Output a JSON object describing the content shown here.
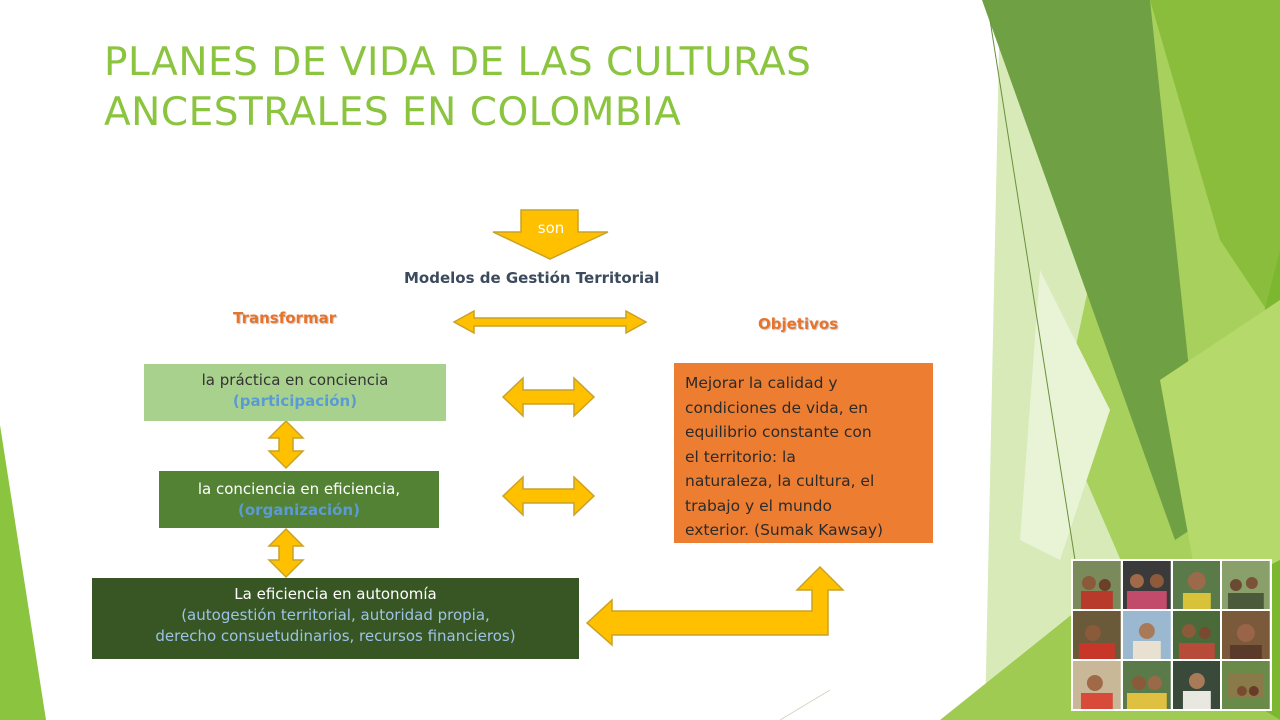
{
  "slide": {
    "title_lines": [
      "PLANES DE VIDA DE LAS CULTURAS",
      "ANCESTRALES EN COLOMBIA"
    ]
  },
  "diagram": {
    "son_arrow_label": "son",
    "models_label": "Modelos de Gestión Territorial",
    "transform_label": "Transformar",
    "objectives_label": "Objetivos",
    "practice_box": {
      "text": "la práctica en conciencia",
      "sub": "(participación)"
    },
    "conscience_box": {
      "text": "la conciencia en eficiencia,",
      "sub": "(organización)"
    },
    "autonomy_box": {
      "text": "La eficiencia en autonomía",
      "sub_lines": [
        "(autogestión territorial, autoridad propia,",
        "derecho consuetudinarios,  recursos financieros)"
      ]
    },
    "objective_box": {
      "lines": [
        "Mejorar la calidad y",
        "condiciones de vida, en",
        "equilibrio constante con",
        "el territorio: la",
        "naturaleza, la cultura, el",
        "trabajo y el mundo",
        "exterior. (Sumak Kawsay)"
      ]
    },
    "colors": {
      "arrow_fill": "#ffc000",
      "arrow_stroke": "#c9a227",
      "practice_bg": "#a9d18e",
      "conscience_bg": "#548235",
      "autonomy_bg": "#375623",
      "objective_bg": "#ed7d31",
      "title": "#8bc43f"
    }
  },
  "collage": {
    "icon": "photo-collage-icon"
  }
}
